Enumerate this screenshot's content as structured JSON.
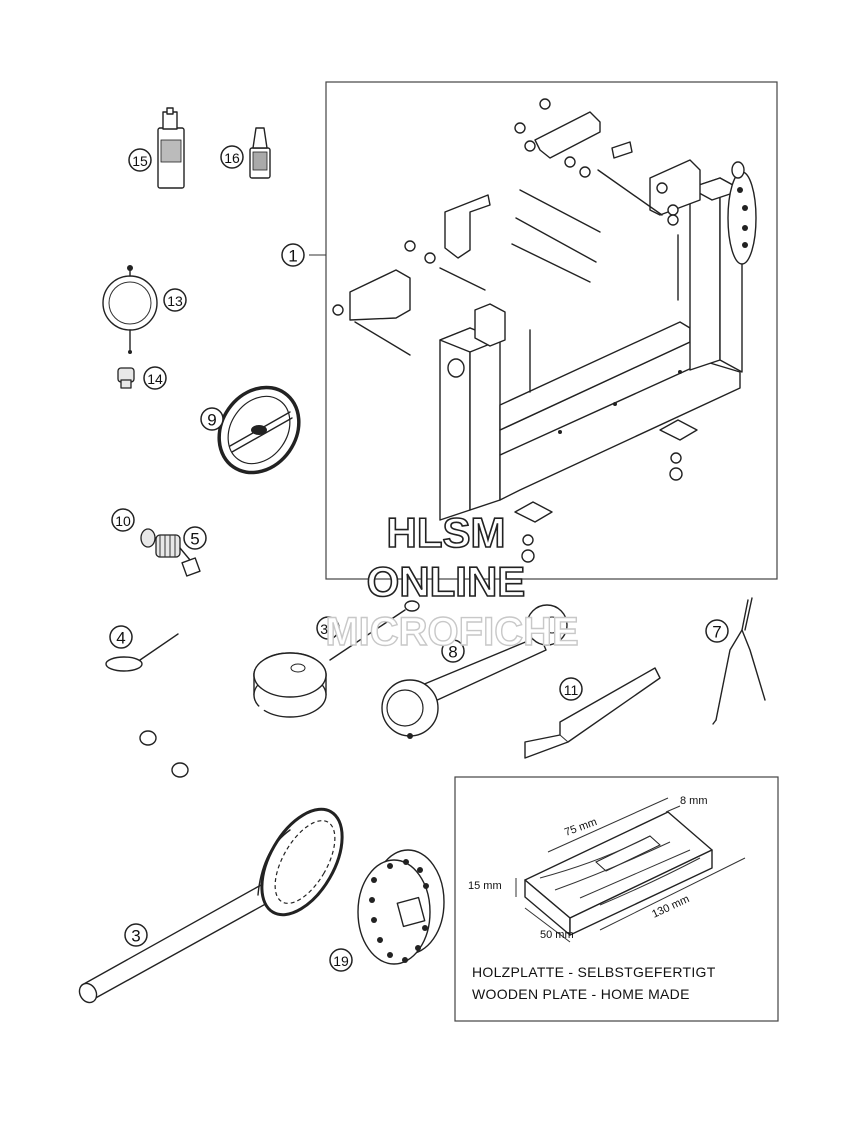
{
  "callouts": [
    "1",
    "3",
    "4",
    "5",
    "7",
    "8",
    "9",
    "10",
    "11",
    "13",
    "14",
    "15",
    "16",
    "19",
    "37"
  ],
  "wooden_plate": {
    "dim_width": "8 mm",
    "dim_slot": "75 mm",
    "dim_height": "15 mm",
    "dim_length": "130 mm",
    "dim_depth": "50 mm",
    "caption_de": "HOLZPLATTE - SELBSTGEFERTIGT",
    "caption_en": "WOODEN PLATE - HOME MADE"
  },
  "watermark": {
    "line1": "HLSM",
    "line2": "ONLINE",
    "line3": "MICROFICHE"
  }
}
